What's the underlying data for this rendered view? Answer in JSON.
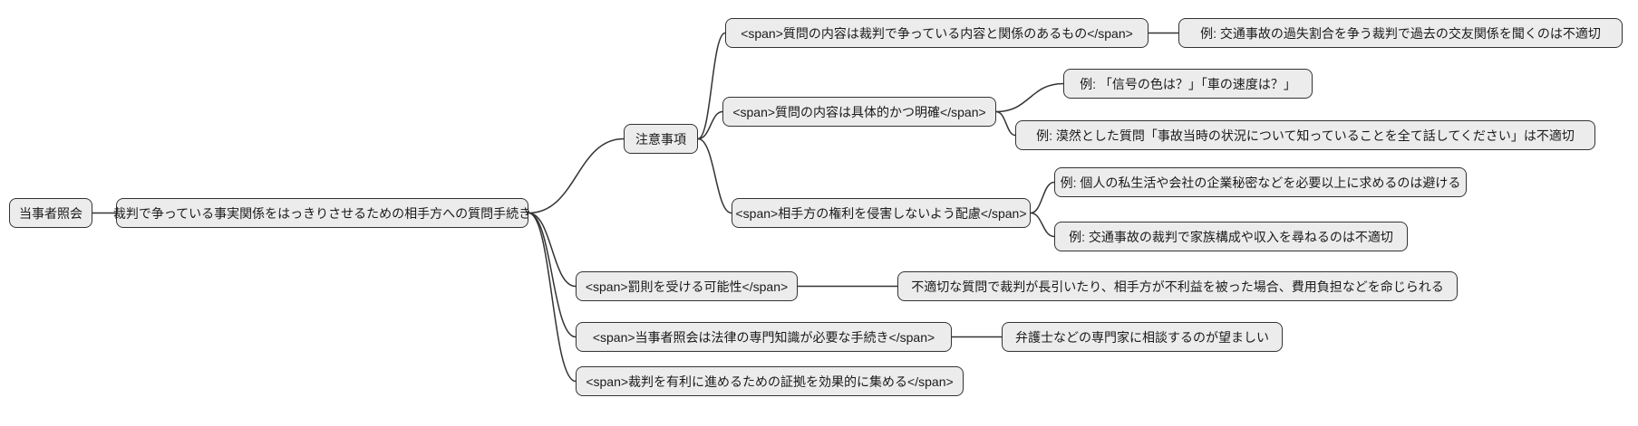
{
  "diagram": {
    "type": "flowchart",
    "direction": "left-to-right",
    "colors": {
      "background": "#ffffff",
      "node_fill": "#ececec",
      "node_border": "#333333",
      "edge": "#333333",
      "text": "#1a1a1a"
    },
    "nodes": [
      {
        "id": "root",
        "label": "当事者照会"
      },
      {
        "id": "definition",
        "label": "裁判で争っている事実関係をはっきりさせるための相手方への質問手続き"
      },
      {
        "id": "cautions",
        "label": "注意事項"
      },
      {
        "id": "relevance",
        "label": "<span>質問の内容は裁判で争っている内容と関係のあるもの</span>"
      },
      {
        "id": "relevance-example",
        "label": "例: 交通事故の過失割合を争う裁判で過去の交友関係を聞くのは不適切"
      },
      {
        "id": "specificity",
        "label": "<span>質問の内容は具体的かつ明確</span>"
      },
      {
        "id": "specificity-example-1",
        "label": "例: 「信号の色は？」「車の速度は？」"
      },
      {
        "id": "specificity-example-2",
        "label": "例: 漠然とした質問「事故当時の状況について知っていることを全て話してください」は不適切"
      },
      {
        "id": "rights",
        "label": "<span>相手方の権利を侵害しないよう配慮</span>"
      },
      {
        "id": "rights-example-1",
        "label": "例: 個人の私生活や会社の企業秘密などを必要以上に求めるのは避ける"
      },
      {
        "id": "rights-example-2",
        "label": "例: 交通事故の裁判で家族構成や収入を尋ねるのは不適切"
      },
      {
        "id": "penalty",
        "label": "<span>罰則を受ける可能性</span>"
      },
      {
        "id": "penalty-detail",
        "label": "不適切な質問で裁判が長引いたり、相手方が不利益を被った場合、費用負担などを命じられる"
      },
      {
        "id": "expertise",
        "label": "<span>当事者照会は法律の専門知識が必要な手続き</span>"
      },
      {
        "id": "expertise-advice",
        "label": "弁護士などの専門家に相談するのが望ましい"
      },
      {
        "id": "purpose",
        "label": "<span>裁判を有利に進めるための証拠を効果的に集める</span>"
      }
    ],
    "edges": [
      {
        "from": "root",
        "to": "definition"
      },
      {
        "from": "definition",
        "to": "cautions"
      },
      {
        "from": "definition",
        "to": "penalty"
      },
      {
        "from": "definition",
        "to": "expertise"
      },
      {
        "from": "definition",
        "to": "purpose"
      },
      {
        "from": "cautions",
        "to": "relevance"
      },
      {
        "from": "cautions",
        "to": "specificity"
      },
      {
        "from": "cautions",
        "to": "rights"
      },
      {
        "from": "relevance",
        "to": "relevance-example"
      },
      {
        "from": "specificity",
        "to": "specificity-example-1"
      },
      {
        "from": "specificity",
        "to": "specificity-example-2"
      },
      {
        "from": "rights",
        "to": "rights-example-1"
      },
      {
        "from": "rights",
        "to": "rights-example-2"
      },
      {
        "from": "penalty",
        "to": "penalty-detail"
      },
      {
        "from": "expertise",
        "to": "expertise-advice"
      }
    ]
  }
}
